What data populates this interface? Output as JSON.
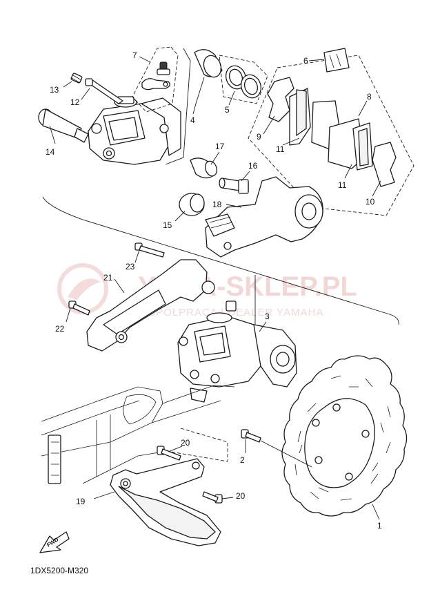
{
  "diagram": {
    "drawing_code": "1DX5200-M320",
    "fwd_label": "FWD",
    "watermark": {
      "main": "YAMA-SKLEP.PL",
      "sub": "WSPÓŁPRACA | DEALER YAMAHA"
    },
    "callouts": [
      {
        "id": "c1",
        "label": "1"
      },
      {
        "id": "c2",
        "label": "2"
      },
      {
        "id": "c3",
        "label": "3"
      },
      {
        "id": "c4",
        "label": "4"
      },
      {
        "id": "c5",
        "label": "5"
      },
      {
        "id": "c6",
        "label": "6"
      },
      {
        "id": "c7",
        "label": "7"
      },
      {
        "id": "c8",
        "label": "8"
      },
      {
        "id": "c9",
        "label": "9"
      },
      {
        "id": "c10",
        "label": "10"
      },
      {
        "id": "c11a",
        "label": "11"
      },
      {
        "id": "c11b",
        "label": "11"
      },
      {
        "id": "c12",
        "label": "12"
      },
      {
        "id": "c13",
        "label": "13"
      },
      {
        "id": "c14",
        "label": "14"
      },
      {
        "id": "c15",
        "label": "15"
      },
      {
        "id": "c16",
        "label": "16"
      },
      {
        "id": "c17",
        "label": "17"
      },
      {
        "id": "c18",
        "label": "18"
      },
      {
        "id": "c19",
        "label": "19"
      },
      {
        "id": "c20a",
        "label": "20"
      },
      {
        "id": "c20b",
        "label": "20"
      },
      {
        "id": "c21",
        "label": "21"
      },
      {
        "id": "c22",
        "label": "22"
      },
      {
        "id": "c23",
        "label": "23"
      }
    ]
  }
}
